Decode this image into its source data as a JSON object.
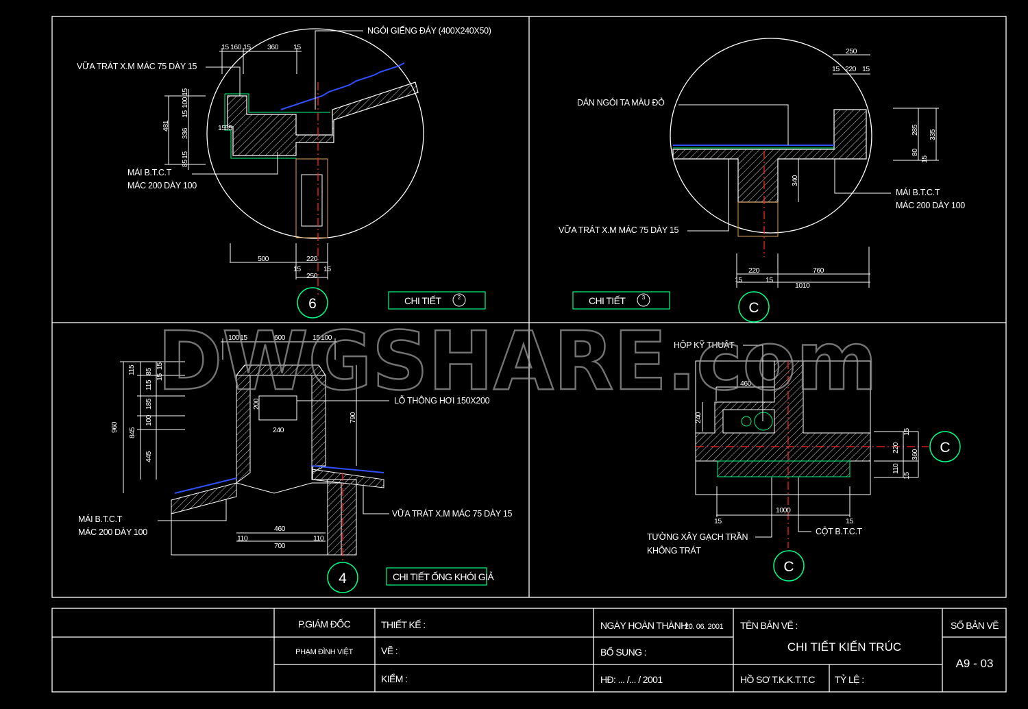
{
  "watermark": "DWGSHARE.com",
  "colors": {
    "background": "#000000",
    "lines": "#ffffff",
    "axis": "#ff2020",
    "finish": "#00ff80",
    "tiles": "#3050ff",
    "hatch": "#d8d8d8"
  },
  "detail_6": {
    "bubble": "6",
    "tag_label": "CHI TIẾT",
    "tag_ref": "2",
    "labels": {
      "tile": "NGÓI GIẾNG ĐÁY (400X240X50)",
      "plaster": "VỮA TRÁT X.M MÁC 75 DÀY 15",
      "slab_1": "MÁI B.T.C.T",
      "slab_2": "MÁC 200 DÀY 100"
    },
    "dims": [
      "15",
      "160",
      "15",
      "360",
      "15",
      "481",
      "15",
      "100",
      "15",
      "336",
      "85",
      "15",
      "15",
      "55",
      "500",
      "220",
      "15",
      "15",
      "250"
    ]
  },
  "detail_c_top": {
    "bubble": "C",
    "tag_label": "CHI TIẾT",
    "tag_ref": "3",
    "labels": {
      "tile": "DÁN NGÓI TA MÀU ĐỎ",
      "slab_1": "MÁI B.T.C.T",
      "slab_2": "MÁC 200 DÀY 100",
      "plaster": "VỮA TRÁT X.M MÁC 75 DÀY 15"
    },
    "dims": [
      "250",
      "15",
      "220",
      "15",
      "285",
      "335",
      "80",
      "15",
      "340",
      "220",
      "760",
      "15",
      "15",
      "1010"
    ]
  },
  "detail_4": {
    "bubble": "4",
    "tag_label": "CHI TIẾT ỐNG KHÓI GIẢ",
    "labels": {
      "vent": "LỖ THÔNG HƠI 150X200",
      "plaster": "VỮA TRÁT X.M MÁC 75 DÀY 15",
      "slab_1": "MÁI B.T.C.T",
      "slab_2": "MÁC 200 DÀY 100"
    },
    "dims": [
      "100",
      "15",
      "600",
      "15",
      "100",
      "115",
      "85",
      "15",
      "15",
      "115",
      "185",
      "100",
      "445",
      "960",
      "845",
      "200",
      "240",
      "790",
      "460",
      "110",
      "110",
      "700"
    ]
  },
  "detail_c_bottom": {
    "bubble_right": "C",
    "bubble_bottom": "C",
    "labels": {
      "box": "HỘP KỸ THUẬT",
      "wall_1": "TƯỜNG XÂY GẠCH TRẦN",
      "wall_2": "KHÔNG TRÁT",
      "column": "CỘT B.T.C.T"
    },
    "dims": [
      "460",
      "240",
      "15",
      "220",
      "110",
      "15",
      "360",
      "1000",
      "15",
      "15"
    ]
  },
  "title_block": {
    "director_title": "P.GIÁM ĐỐC",
    "director_name": "PHẠM ĐÌNH VIỆT",
    "design": "THIẾT KẾ :",
    "drawn": "VẼ :",
    "check": "KIỂM :",
    "completed_label": "NGÀY HOÀN THÀNH :",
    "completed_date": "20. 06. 2001",
    "supplement": "BỔ SUNG :",
    "contract": "HĐ: ... /... / 2001",
    "drawing_name_label": "TÊN BẢN VẼ :",
    "drawing_name": "CHI TIẾT KIẾN TRÚC",
    "dossier": "HỒ SƠ T.K.K.T.T.C",
    "scale": "TỶ LỆ :",
    "sheet_no_label": "SỐ BẢN VẼ",
    "sheet_no": "A9 - 03"
  }
}
